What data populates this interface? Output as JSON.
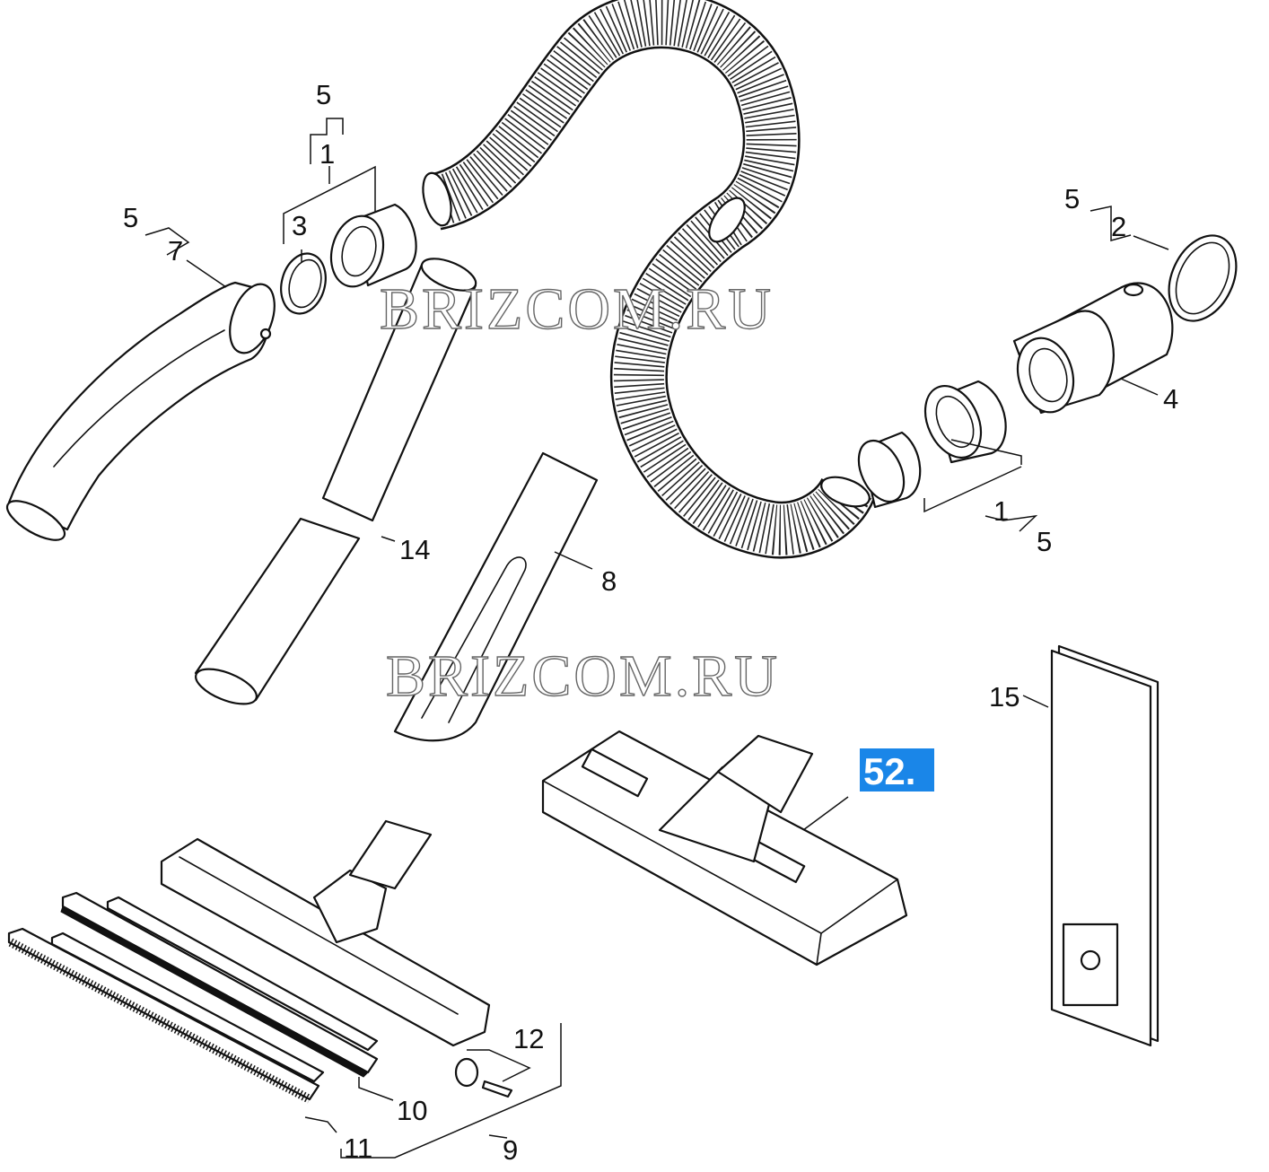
{
  "watermark": "BRIZCOM.RU",
  "group_badge": {
    "label": "52.",
    "color": "#1a86e8"
  },
  "callouts": {
    "handle_top_5": "5",
    "handle_mid_1": "1",
    "ring_3": "3",
    "handle_left_5": "5",
    "handle_7": "7",
    "right_5": "5",
    "right_2": "2",
    "adapter_4": "4",
    "connector_1": "1",
    "connector_5": "5",
    "tube_14": "14",
    "crevice_8": "8",
    "bags_15": "15",
    "wheel_12": "12",
    "strip_10": "10",
    "strip_11": "11",
    "floor_nozzle_9": "9"
  }
}
